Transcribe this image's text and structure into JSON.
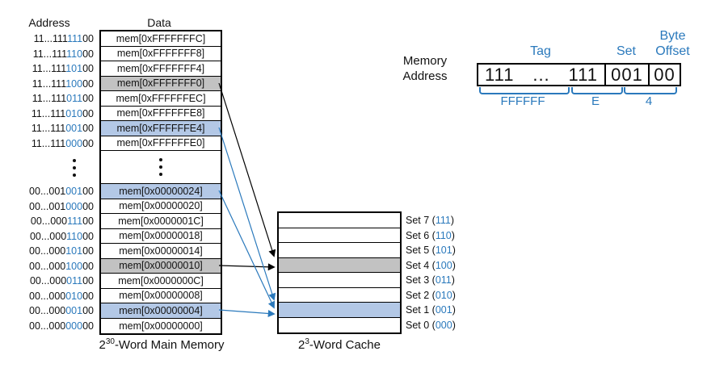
{
  "colors": {
    "blue": "#2A79BC",
    "light_blue_fill": "#B3C8E6",
    "gray_fill": "#C2C2C2",
    "line": "#000000"
  },
  "memory": {
    "address_header": "Address",
    "data_header": "Data",
    "caption": {
      "base": "2",
      "exp": "30",
      "rest": "-Word Main Memory"
    },
    "rows": [
      {
        "addr_prefix": "11...111",
        "addr_set": "111",
        "addr_offset": "00",
        "data": "mem[0xFFFFFFFC]",
        "fill": "white"
      },
      {
        "addr_prefix": "11...111",
        "addr_set": "110",
        "addr_offset": "00",
        "data": "mem[0xFFFFFFF8]",
        "fill": "white"
      },
      {
        "addr_prefix": "11...111",
        "addr_set": "101",
        "addr_offset": "00",
        "data": "mem[0xFFFFFFF4]",
        "fill": "white"
      },
      {
        "addr_prefix": "11...111",
        "addr_set": "100",
        "addr_offset": "00",
        "data": "mem[0xFFFFFFF0]",
        "fill": "gray"
      },
      {
        "addr_prefix": "11...111",
        "addr_set": "011",
        "addr_offset": "00",
        "data": "mem[0xFFFFFFEC]",
        "fill": "white"
      },
      {
        "addr_prefix": "11...111",
        "addr_set": "010",
        "addr_offset": "00",
        "data": "mem[0xFFFFFFE8]",
        "fill": "white"
      },
      {
        "addr_prefix": "11...111",
        "addr_set": "001",
        "addr_offset": "00",
        "data": "mem[0xFFFFFFE4]",
        "fill": "blue"
      },
      {
        "addr_prefix": "11...111",
        "addr_set": "000",
        "addr_offset": "00",
        "data": "mem[0xFFFFFFE0]",
        "fill": "white"
      },
      {
        "addr_prefix": "00...001",
        "addr_set": "001",
        "addr_offset": "00",
        "data": "mem[0x00000024]",
        "fill": "blue"
      },
      {
        "addr_prefix": "00...001",
        "addr_set": "000",
        "addr_offset": "00",
        "data": "mem[0x00000020]",
        "fill": "white"
      },
      {
        "addr_prefix": "00...000",
        "addr_set": "111",
        "addr_offset": "00",
        "data": "mem[0x0000001C]",
        "fill": "white"
      },
      {
        "addr_prefix": "00...000",
        "addr_set": "110",
        "addr_offset": "00",
        "data": "mem[0x00000018]",
        "fill": "white"
      },
      {
        "addr_prefix": "00...000",
        "addr_set": "101",
        "addr_offset": "00",
        "data": "mem[0x00000014]",
        "fill": "white"
      },
      {
        "addr_prefix": "00...000",
        "addr_set": "100",
        "addr_offset": "00",
        "data": "mem[0x00000010]",
        "fill": "gray"
      },
      {
        "addr_prefix": "00...000",
        "addr_set": "011",
        "addr_offset": "00",
        "data": "mem[0x0000000C]",
        "fill": "white"
      },
      {
        "addr_prefix": "00...000",
        "addr_set": "010",
        "addr_offset": "00",
        "data": "mem[0x00000008]",
        "fill": "white"
      },
      {
        "addr_prefix": "00...000",
        "addr_set": "001",
        "addr_offset": "00",
        "data": "mem[0x00000004]",
        "fill": "blue"
      },
      {
        "addr_prefix": "00...000",
        "addr_set": "000",
        "addr_offset": "00",
        "data": "mem[0x00000000]",
        "fill": "white"
      }
    ]
  },
  "cache": {
    "caption": {
      "base": "2",
      "exp": "3",
      "rest": "-Word Cache"
    },
    "rows": [
      {
        "pre": "Set 7 (",
        "bits": "111",
        "post": ")",
        "fill": "white"
      },
      {
        "pre": "Set 6 (",
        "bits": "110",
        "post": ")",
        "fill": "white"
      },
      {
        "pre": "Set 5 (",
        "bits": "101",
        "post": ")",
        "fill": "white"
      },
      {
        "pre": "Set 4 (",
        "bits": "100",
        "post": ")",
        "fill": "gray"
      },
      {
        "pre": "Set 3 (",
        "bits": "011",
        "post": ")",
        "fill": "white"
      },
      {
        "pre": "Set 2 (",
        "bits": "010",
        "post": ")",
        "fill": "white"
      },
      {
        "pre": "Set 1 (",
        "bits": "001",
        "post": ")",
        "fill": "blue"
      },
      {
        "pre": "Set 0 (",
        "bits": "000",
        "post": ")",
        "fill": "white"
      }
    ]
  },
  "address_breakdown": {
    "label_line1": "Memory",
    "label_line2": "Address",
    "tag_label": "Tag",
    "set_label": "Set",
    "byte_label": "Byte",
    "offset_label": "Offset",
    "tag_left": "111",
    "tag_dots": "...",
    "tag_right": "111",
    "set_bits": "001",
    "offset_bits": "00",
    "hex_tag": "FFFFFF",
    "hex_set": "E",
    "hex_offset": "4"
  }
}
